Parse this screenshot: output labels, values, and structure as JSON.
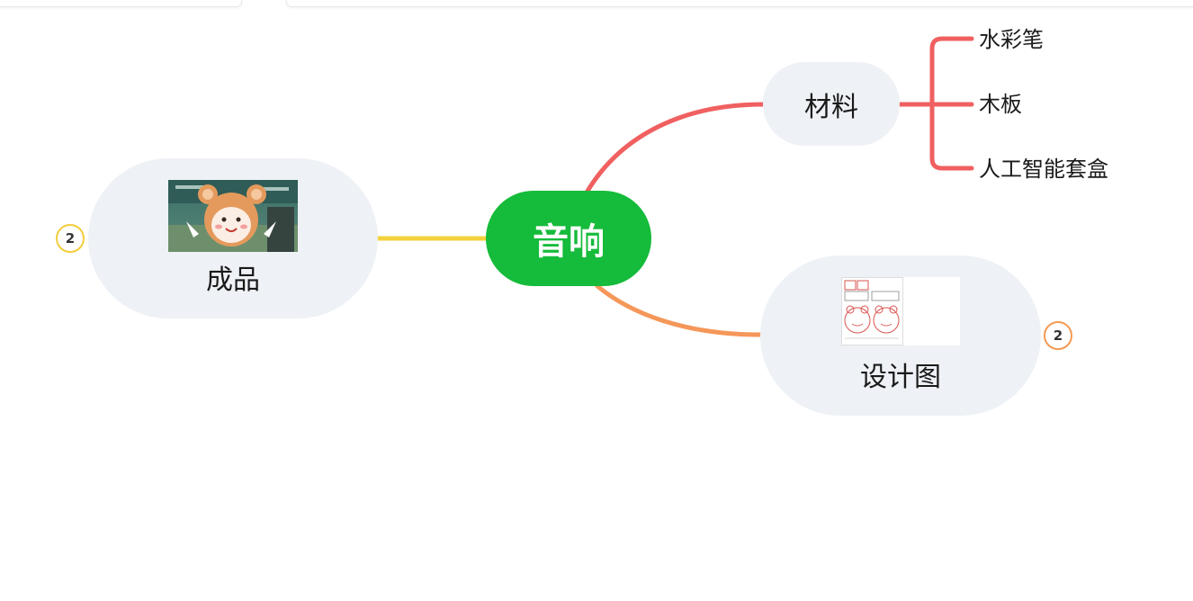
{
  "colors": {
    "center": "#15bb3a",
    "branch_red": "#f06060",
    "branch_yellow": "#f3d23c",
    "branch_orange": "#f5975a",
    "node_bg": "#eef1f5"
  },
  "mindmap": {
    "center": {
      "label": "音响"
    },
    "branches": [
      {
        "label": "材料",
        "children": [
          "水彩笔",
          "木板",
          "人工智能套盒"
        ]
      },
      {
        "label": "成品",
        "image": "bear-photo",
        "collapsed_count": "2"
      },
      {
        "label": "设计图",
        "image": "design-sketch",
        "collapsed_count": "2"
      }
    ]
  }
}
